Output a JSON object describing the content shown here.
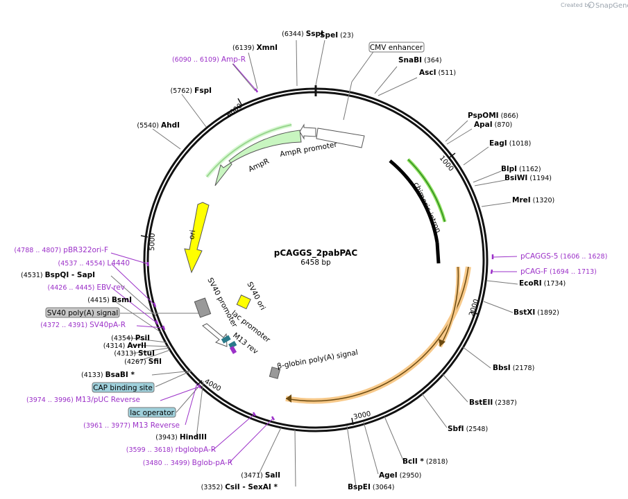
{
  "credit": {
    "prefix": "Created by",
    "brand": "SnapGene"
  },
  "plasmid": {
    "name": "pCAGGS_2pabPAC",
    "size_label": "6458 bp"
  },
  "colors": {
    "ampr": "#c8f5c0",
    "ori": "#ffff00",
    "pag": "#f7c98a",
    "primer": "#9b30c8",
    "chimeric": "#90e060"
  },
  "ticks": [
    "1000",
    "2000",
    "3000",
    "4000",
    "5000",
    "6000"
  ],
  "sites": [
    {
      "name": "SpeI",
      "pos": "(23)",
      "side": "top"
    },
    {
      "name": "SnaBI",
      "pos": "(364)",
      "side": "right"
    },
    {
      "name": "AscI",
      "pos": "(511)",
      "side": "right"
    },
    {
      "name": "PspOMI",
      "pos": "(866)",
      "side": "right"
    },
    {
      "name": "ApaI",
      "pos": "(870)",
      "side": "right"
    },
    {
      "name": "EagI",
      "pos": "(1018)",
      "side": "right"
    },
    {
      "name": "BlpI",
      "pos": "(1162)",
      "side": "right"
    },
    {
      "name": "BsiWI",
      "pos": "(1194)",
      "side": "right"
    },
    {
      "name": "MreI",
      "pos": "(1320)",
      "side": "right"
    },
    {
      "name": "EcoRI",
      "pos": "(1734)",
      "side": "right"
    },
    {
      "name": "BstXI",
      "pos": "(1892)",
      "side": "right"
    },
    {
      "name": "BbsI",
      "pos": "(2178)",
      "side": "right"
    },
    {
      "name": "BstEII",
      "pos": "(2387)",
      "side": "right"
    },
    {
      "name": "SbfI",
      "pos": "(2548)",
      "side": "right"
    },
    {
      "name": "BclI *",
      "pos": "(2818)",
      "side": "right"
    },
    {
      "name": "AgeI",
      "pos": "(2950)",
      "side": "right"
    },
    {
      "name": "BspEI",
      "pos": "(3064)",
      "side": "right"
    },
    {
      "name": "CsiI  - SexAI *",
      "pos": "(3352)",
      "side": "left"
    },
    {
      "name": "SalI",
      "pos": "(3471)",
      "side": "left"
    },
    {
      "name": "HindIII",
      "pos": "(3943)",
      "side": "left"
    },
    {
      "name": "BsaBI *",
      "pos": "(4133)",
      "side": "left"
    },
    {
      "name": "SfiI",
      "pos": "(4267)",
      "side": "left"
    },
    {
      "name": "StuI",
      "pos": "(4313)",
      "side": "left"
    },
    {
      "name": "AvrII",
      "pos": "(4314)",
      "side": "left"
    },
    {
      "name": "PsiI",
      "pos": "(4354)",
      "side": "left"
    },
    {
      "name": "BsmI",
      "pos": "(4415)",
      "side": "left"
    },
    {
      "name": "BspQI  - SapI",
      "pos": "(4531)",
      "side": "left"
    },
    {
      "name": "AhdI",
      "pos": "(5540)",
      "side": "left"
    },
    {
      "name": "FspI",
      "pos": "(5762)",
      "side": "left"
    },
    {
      "name": "XmnI",
      "pos": "(6139)",
      "side": "left"
    },
    {
      "name": "SspI",
      "pos": "(6344)",
      "side": "left"
    }
  ],
  "primers": [
    {
      "name": "pCAGGS-5",
      "pos": "(1606 .. 1628)",
      "side": "right"
    },
    {
      "name": "pCAG-F",
      "pos": "(1694 .. 1713)",
      "side": "right"
    },
    {
      "name": "Amp-R",
      "pos": "(6090 .. 6109)",
      "side": "left"
    },
    {
      "name": "pBR322ori-F",
      "pos": "(4788 .. 4807)",
      "side": "left"
    },
    {
      "name": "L4440",
      "pos": "(4537 .. 4554)",
      "side": "left"
    },
    {
      "name": "EBV-rev",
      "pos": "(4426 .. 4445)",
      "side": "left"
    },
    {
      "name": "SV40pA-R",
      "pos": "(4372 .. 4391)",
      "side": "left"
    },
    {
      "name": "M13/pUC Reverse",
      "pos": "(3974 .. 3996)",
      "side": "left"
    },
    {
      "name": "M13 Reverse",
      "pos": "(3961 .. 3977)",
      "side": "left"
    },
    {
      "name": "rbglobpA-R",
      "pos": "(3599 .. 3618)",
      "side": "left"
    },
    {
      "name": "Bglob-pA-R",
      "pos": "(3480 .. 3499)",
      "side": "left"
    }
  ],
  "boxed_features": [
    "CMV enhancer",
    "SV40 poly(A) signal",
    "CAP binding site",
    "lac operator"
  ],
  "features": {
    "ampr_promoter": "AmpR promoter",
    "ampr": "AmpR",
    "ori": "ori",
    "chimeric_intron": "chimeric intron",
    "sv40_promoter": "SV40 promoter",
    "sv40_ori": "SV40 ori",
    "lac_promoter": "lac promoter",
    "m13_rev": "M13 rev",
    "beta_globin": "β-globin poly(A) signal"
  }
}
